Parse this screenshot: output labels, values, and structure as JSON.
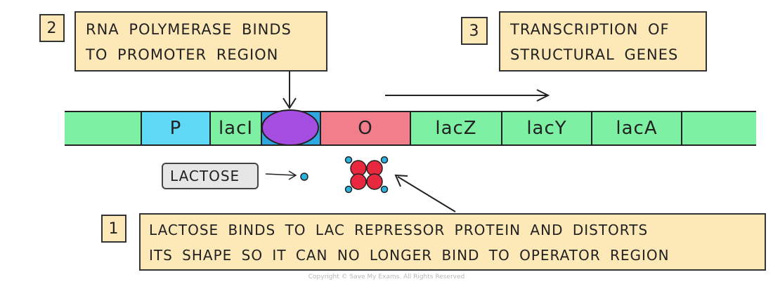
{
  "steps": [
    {
      "number": "2",
      "text_lines": [
        "RNA POLYMERASE BINDS",
        "TO PROMOTER REGION"
      ]
    },
    {
      "number": "3",
      "text_lines": [
        "TRANSCRIPTION OF",
        "STRUCTURAL GENES"
      ]
    },
    {
      "number": "1",
      "text_lines": [
        "LACTOSE BINDS TO LAC REPRESSOR PROTEIN AND DISTORTS",
        "ITS SHAPE SO IT CAN NO LONGER BIND TO OPERATOR REGION"
      ]
    }
  ],
  "dna_segments": [
    {
      "label": "P",
      "color": "#5fd9f5"
    },
    {
      "label": "lacI",
      "color": "#7ef0a4"
    },
    {
      "label": "",
      "color": "#2fa7e0"
    },
    {
      "label": "O",
      "color": "#f27e8b"
    },
    {
      "label": "lacZ",
      "color": "#7ef0a4"
    },
    {
      "label": "lacY",
      "color": "#7ef0a4"
    },
    {
      "label": "lacA",
      "color": "#7ef0a4"
    }
  ],
  "lactose_label": "LACTOSE",
  "colors": {
    "caption_bg": "#fde8b8",
    "dna": "#7ef0a4",
    "rna_polymerase": "#a54de0",
    "repressor": "#e8283f",
    "lactose": "#2bb3e0"
  },
  "copyright": "Copyright © Save My Exams. All Rights Reserved"
}
